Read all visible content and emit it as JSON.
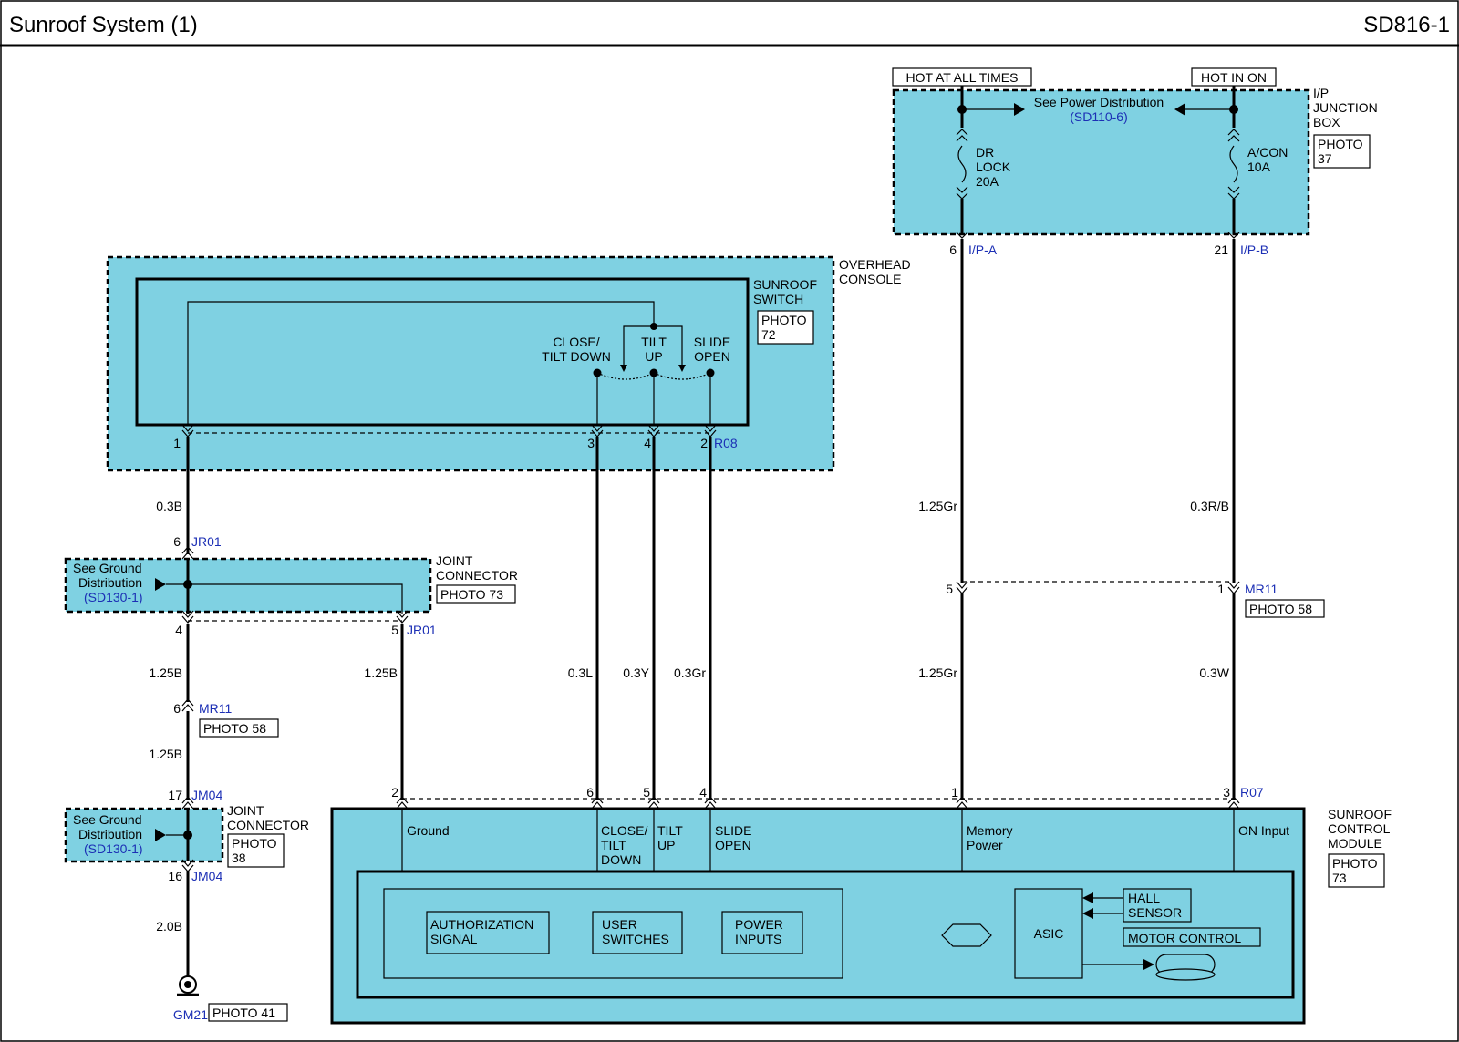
{
  "header": {
    "title": "Sunroof System (1)",
    "code": "SD816-1"
  },
  "power": {
    "hot_at_all_times": "HOT AT ALL TIMES",
    "hot_in_on": "HOT IN ON",
    "see_power": "See Power Distribution",
    "see_power_ref": "(SD110-6)",
    "junction_box": [
      "I/P",
      "JUNCTION",
      "BOX"
    ],
    "junction_photo": [
      "PHOTO",
      "37"
    ],
    "fuse_left": [
      "DR",
      "LOCK",
      "20A"
    ],
    "fuse_right": [
      "A/CON",
      "10A"
    ],
    "pin_ipa": "6",
    "conn_ipa": "I/P-A",
    "pin_ipb": "21",
    "conn_ipb": "I/P-B"
  },
  "overhead": {
    "console": [
      "OVERHEAD",
      "CONSOLE"
    ],
    "switch": [
      "SUNROOF",
      "SWITCH"
    ],
    "switch_photo": [
      "PHOTO",
      "72"
    ],
    "close_tilt_down": [
      "CLOSE/",
      "TILT DOWN"
    ],
    "tilt_up": [
      "TILT",
      "UP"
    ],
    "slide_open": [
      "SLIDE",
      "OPEN"
    ],
    "pins": [
      "1",
      "3",
      "4",
      "2"
    ],
    "connector": "R08"
  },
  "wires": {
    "w_03b": "0.3B",
    "w_125gr_top": "1.25Gr",
    "w_03rb": "0.3R/B",
    "w_125b_left": "1.25B",
    "w_125b_mid": "1.25B",
    "w_03l": "0.3L",
    "w_03y": "0.3Y",
    "w_03gr": "0.3Gr",
    "w_125gr_bot": "1.25Gr",
    "w_03w": "0.3W",
    "w_125b_low": "1.25B",
    "w_20b": "2.0B"
  },
  "jr01": {
    "pin_top": "6",
    "conn_top": "JR01",
    "see_ground": [
      "See Ground",
      "Distribution"
    ],
    "see_ground_ref": "(SD130-1)",
    "label": [
      "JOINT",
      "CONNECTOR"
    ],
    "photo": "PHOTO 73",
    "pin_bl": "4",
    "pin_br": "5",
    "conn_br": "JR01"
  },
  "mr11_left": {
    "pin": "6",
    "conn": "MR11",
    "photo": "PHOTO 58"
  },
  "mr11_right": {
    "pin_left": "5",
    "pin_right": "1",
    "conn": "MR11",
    "photo": "PHOTO 58"
  },
  "jm04": {
    "pin_top": "17",
    "conn_top": "JM04",
    "see_ground": [
      "See Ground",
      "Distribution"
    ],
    "see_ground_ref": "(SD130-1)",
    "label": [
      "JOINT",
      "CONNECTOR"
    ],
    "photo": [
      "PHOTO",
      "38"
    ],
    "pin_bot": "16",
    "conn_bot": "JM04"
  },
  "ground": {
    "conn": "GM21",
    "photo": "PHOTO 41"
  },
  "module": {
    "label": [
      "SUNROOF",
      "CONTROL",
      "MODULE"
    ],
    "photo": [
      "PHOTO",
      "73"
    ],
    "pins": [
      "2",
      "6",
      "5",
      "4",
      "1",
      "3"
    ],
    "connector": "R07",
    "ground": "Ground",
    "close_tilt_down": [
      "CLOSE/",
      "TILT",
      "DOWN"
    ],
    "tilt_up": [
      "TILT",
      "UP"
    ],
    "slide_open": [
      "SLIDE",
      "OPEN"
    ],
    "memory_power": [
      "Memory",
      "Power"
    ],
    "on_input": "ON Input",
    "authorization": [
      "AUTHORIZATION",
      "SIGNAL"
    ],
    "user_switches": [
      "USER",
      "SWITCHES"
    ],
    "power_inputs": [
      "POWER",
      "INPUTS"
    ],
    "asic": "ASIC",
    "hall_sensor": [
      "HALL",
      "SENSOR"
    ],
    "motor_control": "MOTOR CONTROL"
  }
}
